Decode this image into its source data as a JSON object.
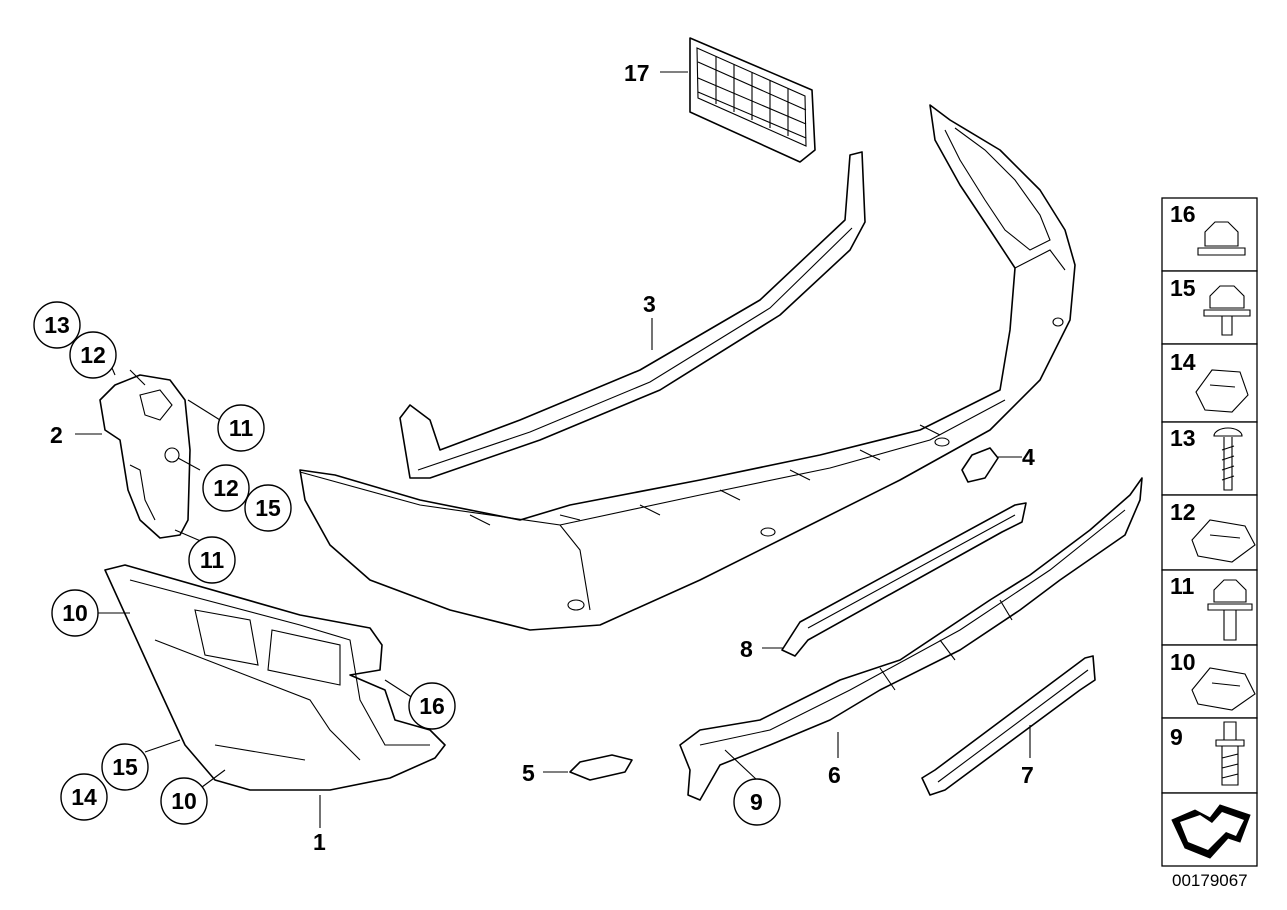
{
  "diagram": {
    "labels": {
      "l1": "1",
      "l2": "2",
      "l3": "3",
      "l4": "4",
      "l5": "5",
      "l6": "6",
      "l7": "7",
      "l8": "8",
      "l9": "9",
      "l10a": "10",
      "l10b": "10",
      "l11a": "11",
      "l11b": "11",
      "l12a": "12",
      "l12b": "12",
      "l13": "13",
      "l14": "14",
      "l15a": "15",
      "l15b": "15",
      "l16": "16",
      "l17": "17"
    },
    "legend": [
      "16",
      "15",
      "14",
      "13",
      "12",
      "11",
      "10",
      "9"
    ],
    "doc_id": "00179067"
  }
}
